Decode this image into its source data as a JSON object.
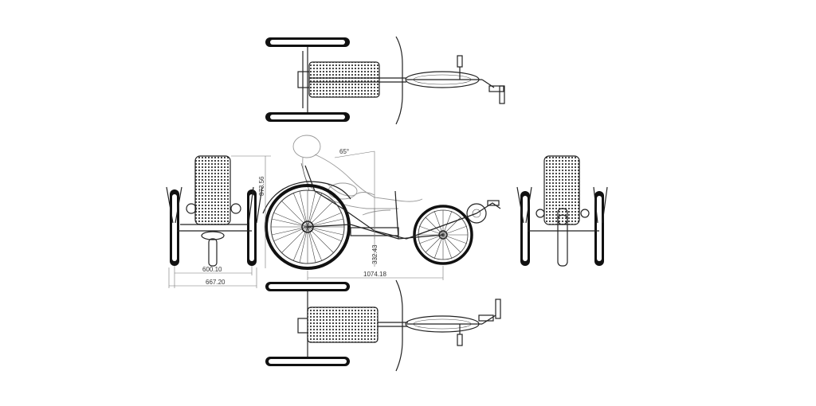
{
  "drawing": {
    "views": [
      "top-view",
      "side-view",
      "front-view",
      "rear-view",
      "bottom-view"
    ],
    "dimensions": {
      "seat_angle": "65°",
      "height": "873.56",
      "seat_height": "332.43",
      "wheelbase": "1074.18",
      "track_inner": "600.10",
      "track_outer": "667.20"
    }
  }
}
